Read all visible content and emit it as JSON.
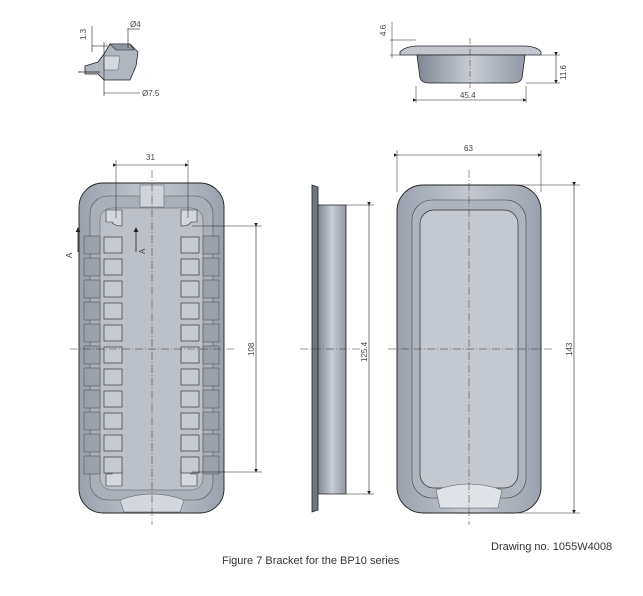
{
  "figure_caption": "Figure 7  Bracket for the BP10 series",
  "drawing_number": "Drawing no. 1055W4008",
  "dimensions": {
    "detail_height": "1.3",
    "detail_inner_dia": "Ø4",
    "detail_outer_dia": "Ø7.5",
    "side_flange": "4.6",
    "side_height": "11.6",
    "side_width": "45.4",
    "back_inner_width": "31",
    "back_inner_height": "108",
    "section_height": "125.4",
    "front_width": "63",
    "front_height": "143"
  },
  "section_marks": {
    "left": "A",
    "right": "A"
  },
  "colors": {
    "part_fill": "#b6bcc6",
    "part_dark": "#8e95a1",
    "part_light": "#d3d7de",
    "line": "#222222"
  }
}
